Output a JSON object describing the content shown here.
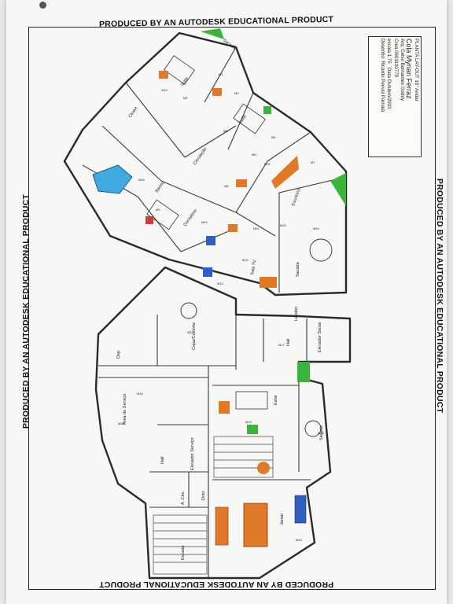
{
  "stamps": {
    "top": "PRODUCED BY AN AUTODESK EDUCATIONAL PRODUCT",
    "bottom": "PRODUCED BY AN AUTODESK EDUCATIONAL PRODUCT",
    "left": "PRODUCED BY AN AUTODESK EDUCATIONAL PRODUCT",
    "right": "PRODUCED BY AN AUTODESK EDUCATIONAL PRODUCT"
  },
  "title_block": {
    "line1": "PLANTA LAY-OUT 16° Andar",
    "line2": "Cola Myrian Ferraz",
    "line3": "Arq. Celso Bernardes Godoy",
    "line4": "Crea 0601100779",
    "line5": "escala 1:75",
    "line6": "Data Outubro/2003",
    "line7": "Desenho: Ricardo Penusi Parnaiá"
  },
  "rooms": {
    "sacada_top": "Sacada",
    "suite1": "Suíte",
    "suite2": "Suíte",
    "closet": "Closet",
    "circulacao": "Circulação",
    "banho": "Banho",
    "dormitorio": "Dormitório",
    "escritorio": "Escritório",
    "sacada_mid": "Sacada",
    "sala_tv": "Sala TV",
    "copa": "Copa/Cozinha",
    "deposito": "Dep.",
    "hall": "Hall",
    "elevador_social": "Elevador Social",
    "area_servico": "Área de Serviço",
    "estar": "Estar",
    "hall2": "Hall",
    "elevador_servico": "Elevador Serviço",
    "sacada_right": "Sacada",
    "a_cim": "A. Cim.",
    "duto": "Duto",
    "escada": "Escada",
    "jantar": "Jantar",
    "lavabo": "Lavabo"
  },
  "tags": [
    "M1",
    "M2",
    "M3",
    "M4",
    "M5",
    "M6",
    "M7",
    "M8",
    "M9",
    "M10",
    "M11",
    "M12",
    "M13",
    "M14",
    "M15",
    "M16",
    "M17",
    "M18",
    "M19",
    "M20",
    "M21",
    "M22",
    "M23",
    "M24",
    "M25"
  ],
  "colors": {
    "wall": "#2a2a2a",
    "pool": "#3fa9e0",
    "furniture_orange": "#e07a2a",
    "plant_green": "#3cb43c",
    "sofa_blue": "#2f5fc0",
    "accent_red": "#d23a3a"
  }
}
